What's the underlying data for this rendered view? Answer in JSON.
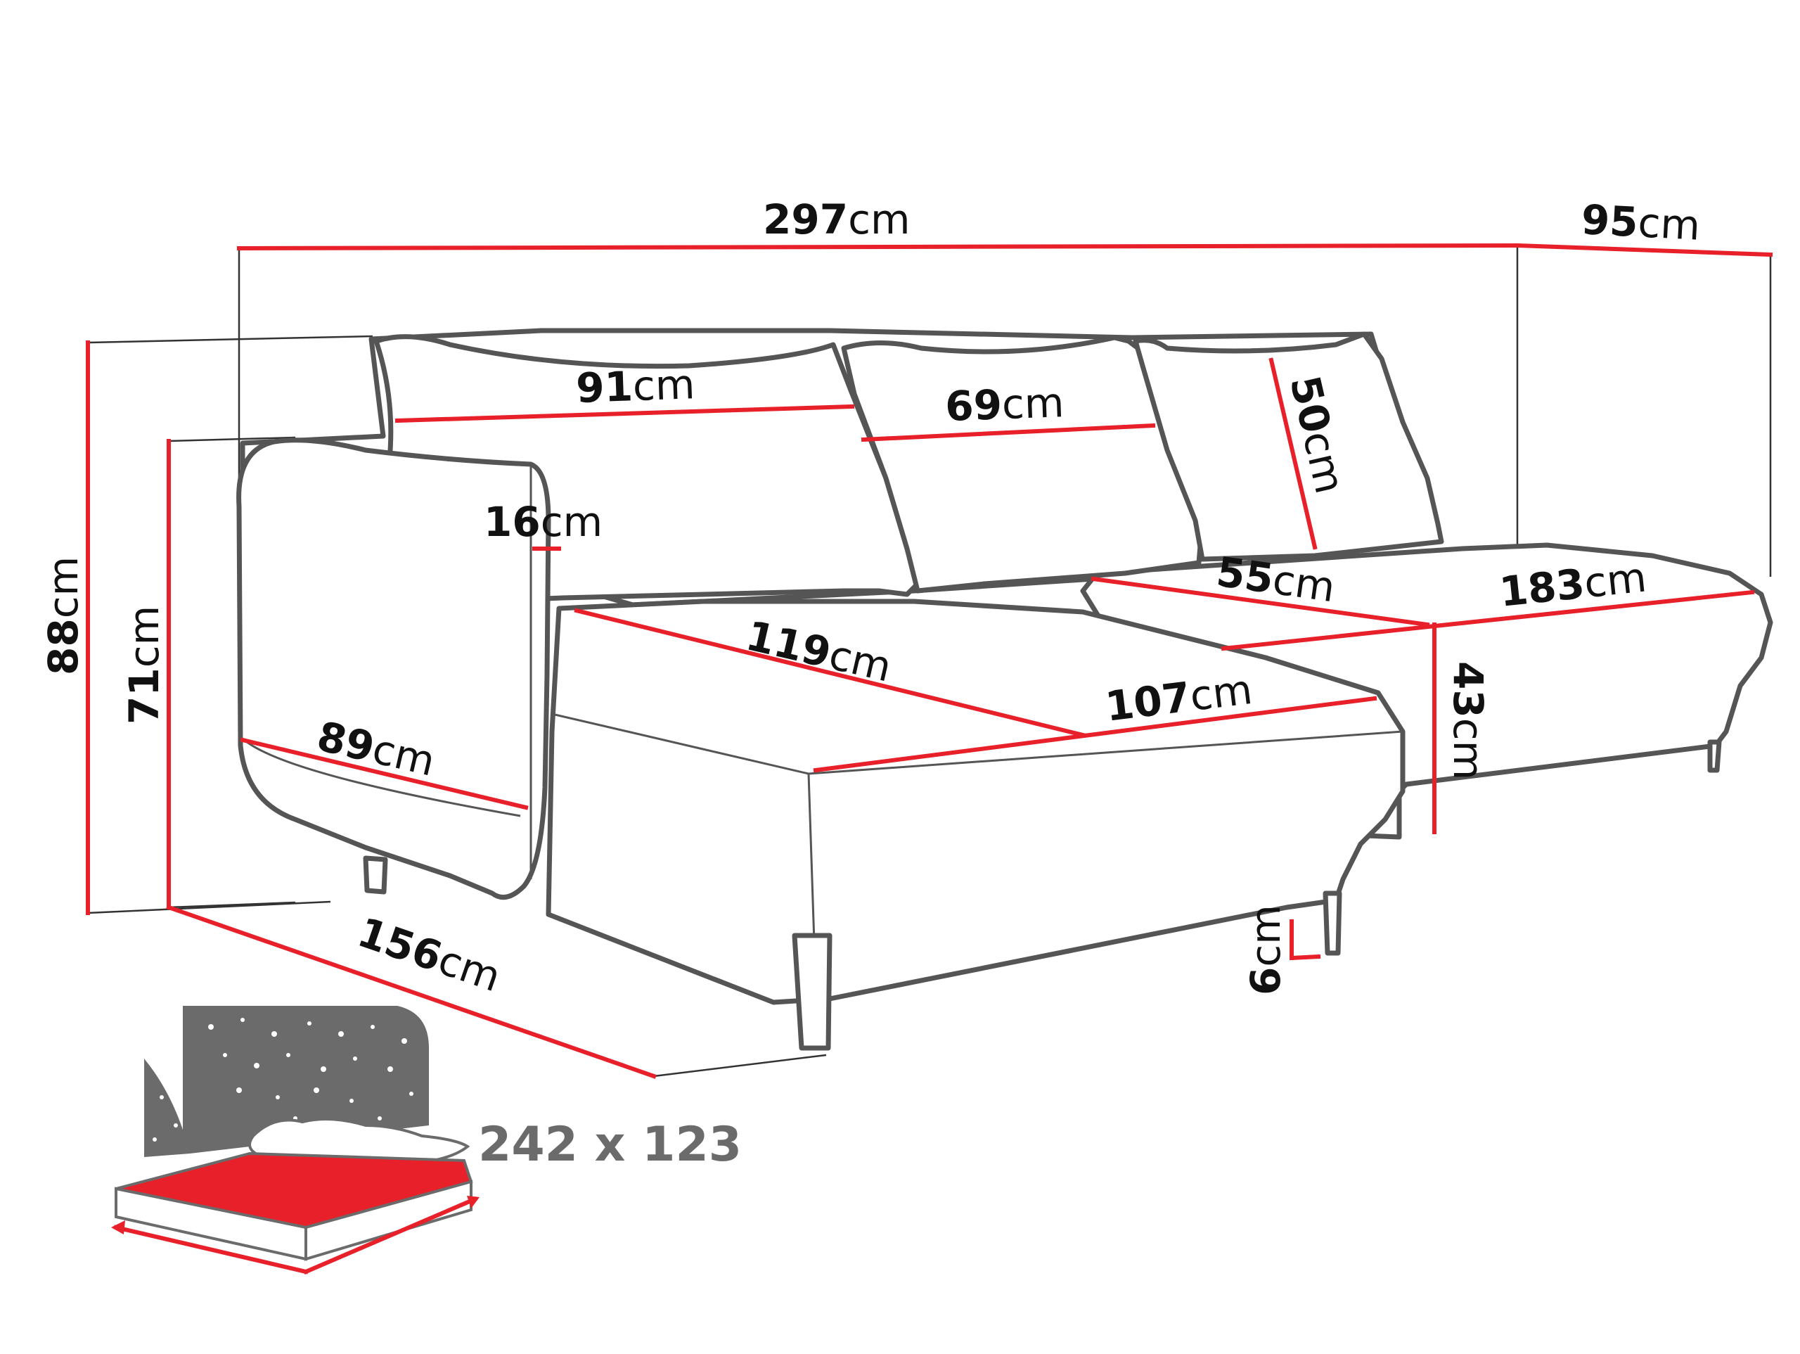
{
  "colors": {
    "dimension": "#e8202a",
    "outline": "#555555",
    "bed_dark": "#6b6b6b",
    "text": "#111111"
  },
  "unit": "cm",
  "dimensions": {
    "total_width": "297",
    "chaise_depth": "95",
    "total_height": "88",
    "armrest_height": "71",
    "cushion_91": "91",
    "cushion_69": "69",
    "cushion_50": "50",
    "arm_thickness": "16",
    "arm_depth": "89",
    "seat_119": "119",
    "seat_107": "107",
    "back_55": "55",
    "chaise_length": "183",
    "seat_height": "43",
    "leg_height": "6",
    "depth": "156"
  },
  "bed_size": "242 x 123"
}
